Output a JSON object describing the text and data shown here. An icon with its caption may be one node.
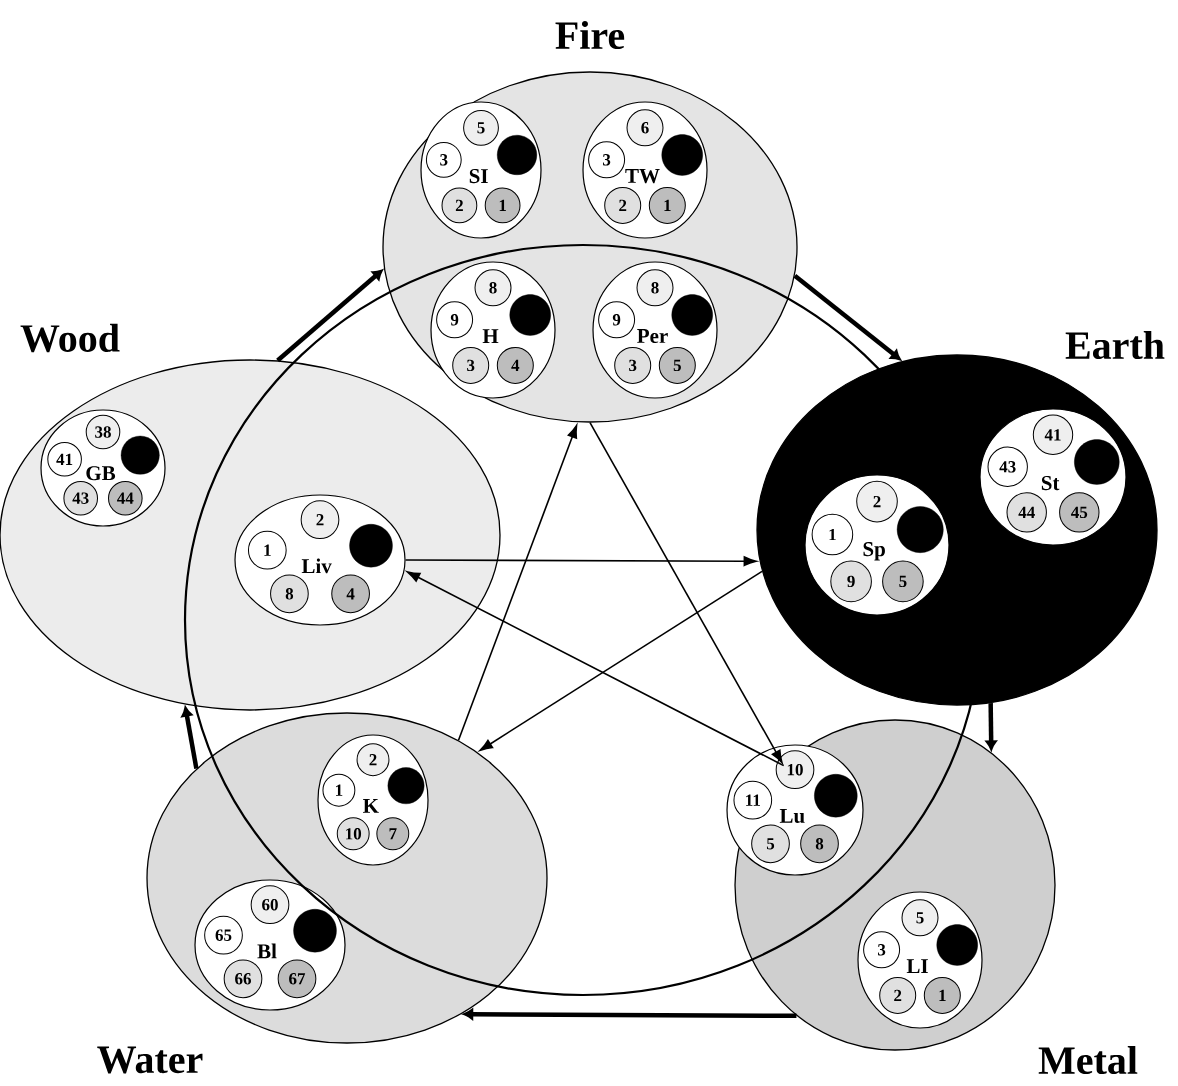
{
  "diagram": {
    "nodes": [
      {
        "text": [
          "Fire"
        ]
      },
      {
        "text": [
          "SI"
        ],
        "in": 0
      },
      {
        "text": [
          "5"
        ],
        "in": 1
      },
      {
        "text": [
          "3"
        ],
        "in": 1
      },
      {
        "text": [],
        "shape": "circle",
        "in": 1
      },
      {
        "text": [
          "2"
        ],
        "in": 1
      },
      {
        "text": [
          "1"
        ],
        "in": 1
      },
      {
        "text": [
          "TW"
        ],
        "in": 0
      },
      {
        "text": [
          "6"
        ],
        "in": 7
      },
      {
        "text": [
          "3"
        ],
        "in": 7
      },
      {
        "text": [],
        "shape": "circle",
        "in": 7
      },
      {
        "text": [
          "2"
        ],
        "in": 7
      },
      {
        "text": [
          "1"
        ],
        "in": 7
      },
      {
        "text": [
          "H"
        ],
        "in": 0
      },
      {
        "text": [
          "8"
        ],
        "in": 13
      },
      {
        "text": [
          "9"
        ],
        "in": 13
      },
      {
        "text": [],
        "shape": "circle",
        "in": 13
      },
      {
        "text": [
          "3"
        ],
        "in": 13
      },
      {
        "text": [
          "4"
        ],
        "in": 13
      },
      {
        "text": [
          "Per"
        ],
        "in": 0
      },
      {
        "text": [
          "8"
        ],
        "in": 19
      },
      {
        "text": [
          "9"
        ],
        "in": 19
      },
      {
        "text": [],
        "shape": "circle",
        "in": 19
      },
      {
        "text": [
          "3"
        ],
        "in": 19
      },
      {
        "text": [
          "5"
        ],
        "in": 19
      },
      {
        "text": [
          "Wood"
        ]
      },
      {
        "text": [
          "GB"
        ],
        "in": 25
      },
      {
        "text": [
          "38"
        ],
        "in": 26
      },
      {
        "text": [
          "41"
        ],
        "in": 26
      },
      {
        "text": [],
        "shape": "circle",
        "in": 26
      },
      {
        "text": [
          "43"
        ],
        "in": 26
      },
      {
        "text": [
          "44"
        ],
        "in": 26
      },
      {
        "text": [
          "Liv"
        ],
        "in": 25
      },
      {
        "text": [
          "2"
        ],
        "in": 32
      },
      {
        "text": [
          "1"
        ],
        "in": 32
      },
      {
        "text": [],
        "shape": "circle",
        "in": 32
      },
      {
        "text": [
          "8"
        ],
        "in": 32
      },
      {
        "text": [
          "4"
        ],
        "in": 32
      },
      {
        "text": [
          "Earth"
        ]
      },
      {
        "text": [
          "St"
        ],
        "in": 38
      },
      {
        "text": [
          "41"
        ],
        "in": 39
      },
      {
        "text": [
          "43"
        ],
        "in": 39
      },
      {
        "text": [],
        "shape": "circle",
        "in": 39
      },
      {
        "text": [
          "44"
        ],
        "in": 39
      },
      {
        "text": [
          "45"
        ],
        "in": 39
      },
      {
        "text": [
          "Sp"
        ],
        "in": 38
      },
      {
        "text": [
          "2"
        ],
        "in": 45
      },
      {
        "text": [
          "1"
        ],
        "in": 45
      },
      {
        "text": [],
        "shape": "circle",
        "in": 45
      },
      {
        "text": [
          "9"
        ],
        "in": 45
      },
      {
        "text": [
          "5"
        ],
        "in": 45
      },
      {
        "text": [
          "Water"
        ]
      },
      {
        "text": [
          "K"
        ],
        "in": 51
      },
      {
        "text": [
          "2"
        ],
        "in": 52
      },
      {
        "text": [
          "1"
        ],
        "in": 52
      },
      {
        "text": [],
        "shape": "circle",
        "in": 52
      },
      {
        "text": [
          "10"
        ],
        "in": 52
      },
      {
        "text": [
          "7"
        ],
        "in": 52
      },
      {
        "text": [
          "Bl"
        ],
        "in": 51
      },
      {
        "text": [
          "60"
        ],
        "in": 58
      },
      {
        "text": [
          "65"
        ],
        "in": 58
      },
      {
        "text": [],
        "shape": "circle",
        "in": 58
      },
      {
        "text": [
          "66"
        ],
        "in": 58
      },
      {
        "text": [
          "67"
        ],
        "in": 58
      },
      {
        "text": [
          "Metal"
        ]
      },
      {
        "text": [
          "Lu"
        ],
        "in": 64
      },
      {
        "text": [
          "10"
        ],
        "in": 65
      },
      {
        "text": [
          "11"
        ],
        "in": 65
      },
      {
        "text": [],
        "shape": "circle",
        "in": 65
      },
      {
        "text": [
          "5"
        ],
        "in": 65
      },
      {
        "text": [
          "8"
        ],
        "in": 65
      },
      {
        "text": [
          "LI"
        ],
        "in": 64
      },
      {
        "text": [
          "5"
        ],
        "in": 71
      },
      {
        "text": [
          "3"
        ],
        "in": 71
      },
      {
        "text": [],
        "shape": "circle",
        "in": 71
      },
      {
        "text": [
          "2"
        ],
        "in": 71
      },
      {
        "text": [
          "1"
        ],
        "in": 71
      }
    ],
    "edges": [
      {
        "from": 32,
        "to": 38,
        "arrow": "to"
      },
      {
        "from": 38,
        "to": 51,
        "arrow": "to"
      },
      {
        "from": 51,
        "to": 0,
        "arrow": "to"
      },
      {
        "from": 0,
        "to": 64,
        "arrow": "to"
      },
      {
        "from": 64,
        "to": 32,
        "arrow": "to"
      },
      {
        "from": 25,
        "to": 0,
        "arrow": "to",
        "style": "thick"
      },
      {
        "from": 0,
        "to": 38,
        "arrow": "to",
        "style": "thick"
      },
      {
        "from": 38,
        "to": 64,
        "arrow": "to",
        "style": "thick"
      },
      {
        "from": 64,
        "to": 51,
        "arrow": "to",
        "style": "thick"
      },
      {
        "from": 51,
        "to": 25,
        "arrow": "to",
        "style": "thick"
      }
    ]
  }
}
